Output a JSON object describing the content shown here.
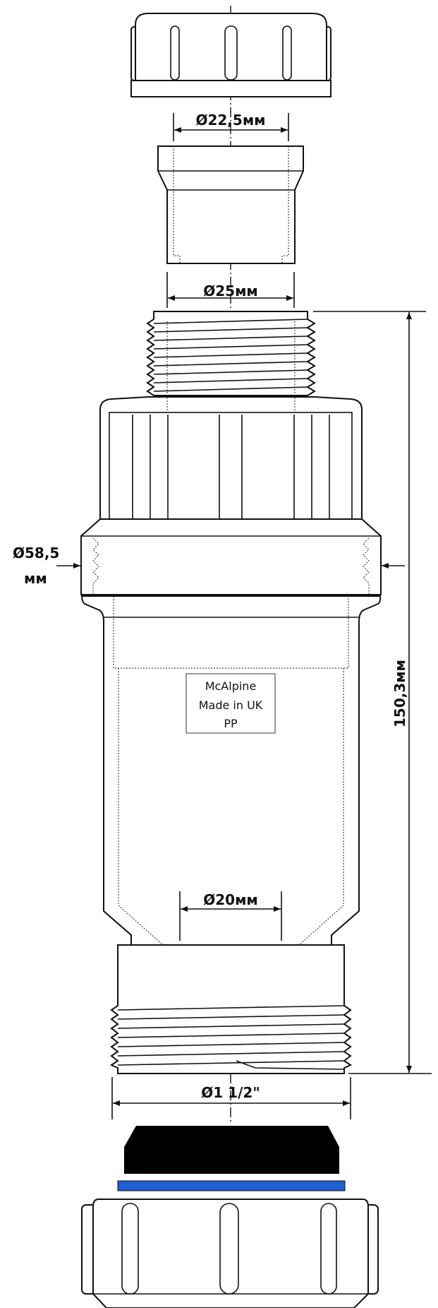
{
  "dimensions": {
    "top_inner": "Ø22,5мм",
    "sleeve_inner": "Ø25мм",
    "body_outer_value": "Ø58,5",
    "body_outer_unit": "мм",
    "length": "150,3мм",
    "outlet_inner": "Ø20мм",
    "thread": "Ø1 1/2\""
  },
  "label": {
    "line1": "McAlpine",
    "line2": "Made in UK",
    "line3": "PP"
  },
  "colors": {
    "gasket": "#000000",
    "washer": "#1f5fd0",
    "outline": "#111111"
  }
}
